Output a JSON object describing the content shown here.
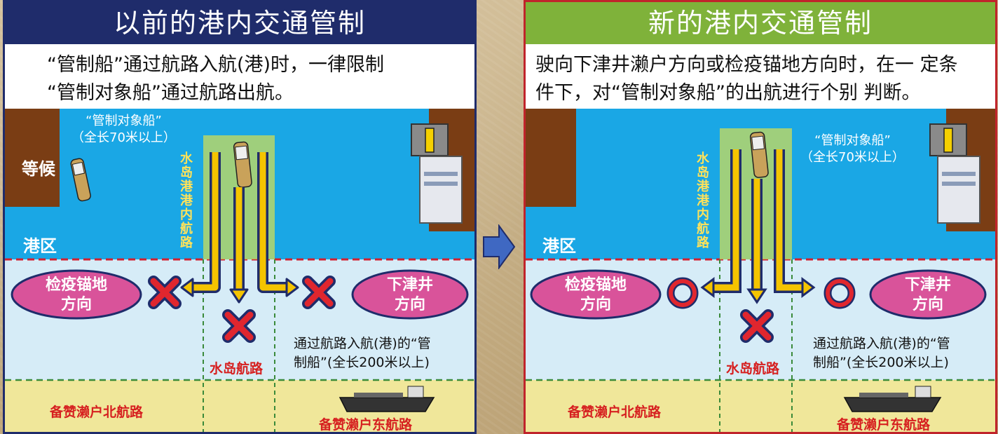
{
  "left": {
    "title": "以前的港内交通管制",
    "desc": [
      "“管制船”通过航路入航(港)时，一律限制",
      "“管制对象船”通过航路出航。"
    ],
    "ship_caption": [
      "“管制对象船”",
      "（全长70米以上）"
    ],
    "wait_label": "等候",
    "harbor_label": "港区",
    "inner_route": "水岛港港内航路",
    "left_oval": [
      "检疫锚地",
      "方向"
    ],
    "right_oval": [
      "下津井",
      "方向"
    ],
    "mizushima": "水岛航路",
    "large_ship_caption": [
      "通过航路入航(港)的“管",
      "制船”(全长200米以上)"
    ],
    "north_route": "备赞濑户北航路",
    "east_route": "备赞濑户东航路"
  },
  "right": {
    "title": "新的港内交通管制",
    "desc": [
      "驶向下津井濑户方向或检疫锚地方向时，在一 定条",
      "件下，对“管制对象船”的出航进行个别 判断。"
    ],
    "ship_caption": [
      "“管制对象船”",
      "（全长70米以上）"
    ],
    "harbor_label": "港区",
    "inner_route": "水岛港港内航路",
    "left_oval": [
      "检疫锚地",
      "方向"
    ],
    "right_oval": [
      "下津井",
      "方向"
    ],
    "mizushima": "水岛航路",
    "large_ship_caption": [
      "通过航路入航(港)的“管",
      "制船”(全长200米以上)"
    ],
    "north_route": "备赞濑户北航路",
    "east_route": "备赞濑户东航路"
  },
  "colors": {
    "left_frame": "#1f2c6b",
    "right_frame": "#c0242b",
    "right_title_bg": "#7fb23a",
    "harbor_water": "#1aa7e5",
    "route_water": "#d6ecf7",
    "outer_route": "#f0e79a",
    "yellow_arrow": "#f5c400",
    "oval": "#d9539a",
    "land": "#7a3d14",
    "prohibit_mark": "#e0262e"
  }
}
